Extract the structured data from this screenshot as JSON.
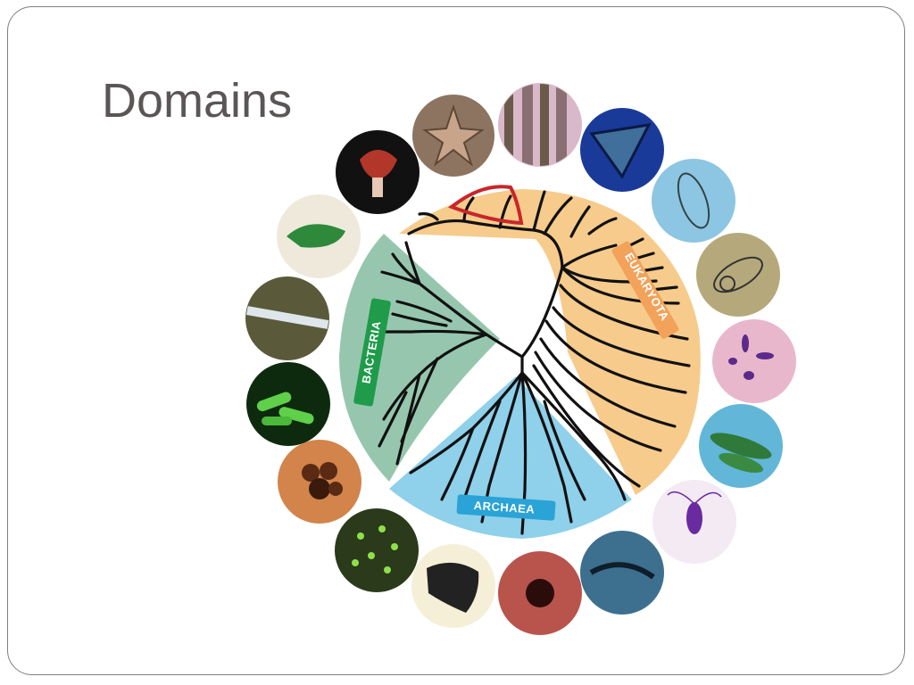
{
  "slide": {
    "title": "Domains"
  },
  "diagram": {
    "domains": [
      {
        "label": "EUKARYOTA",
        "band_color": "#f3a25a",
        "region_color": "#f6cb8c"
      },
      {
        "label": "BACTERIA",
        "band_color": "#1f9b4a",
        "region_color": "#96c7ae"
      },
      {
        "label": "ARCHAEA",
        "band_color": "#2aa3d6",
        "region_color": "#8fd0ea"
      }
    ],
    "highlight_outline_color": "#c8262b",
    "branch_color": "#111111"
  }
}
